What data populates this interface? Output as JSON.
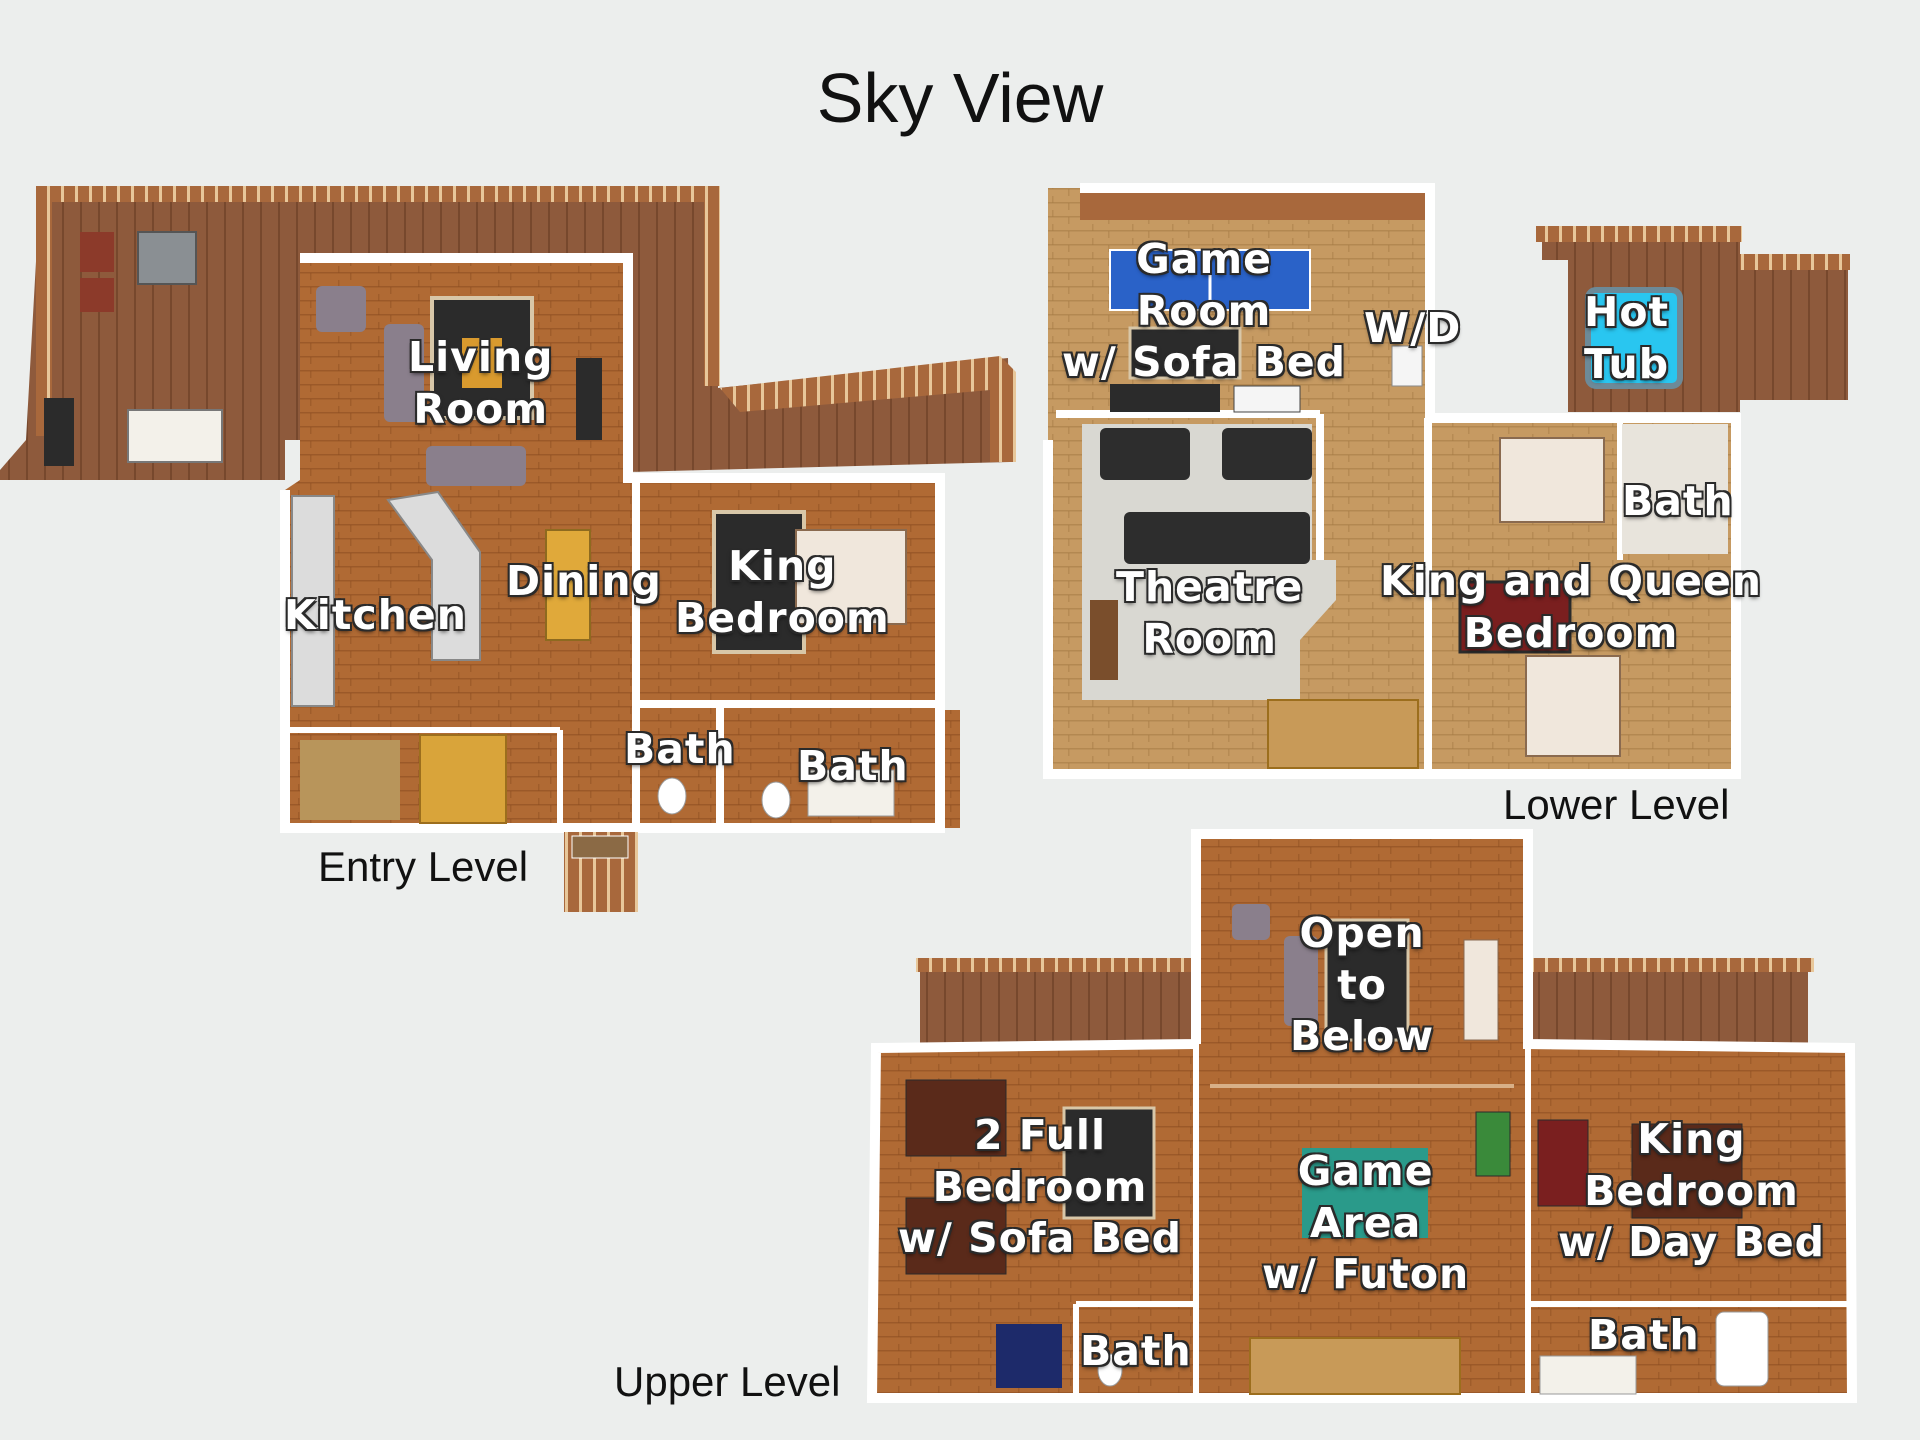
{
  "title": "Sky View",
  "levels": {
    "entry": "Entry Level",
    "lower": "Lower Level",
    "upper": "Upper Level"
  },
  "rooms": {
    "living_room": "Living\nRoom",
    "kitchen": "Kitchen",
    "dining": "Dining",
    "entry_king_bedroom": "King\nBedroom",
    "entry_bath_1": "Bath",
    "entry_bath_2": "Bath",
    "game_room": "Game\nRoom\nw/ Sofa Bed",
    "wd": "W/D",
    "hot_tub": "Hot\nTub",
    "theatre_room": "Theatre\nRoom",
    "lower_bath": "Bath",
    "king_queen_bedroom": "King and Queen\nBedroom",
    "open_to_below": "Open\nto\nBelow",
    "two_full_bedroom": "2 Full\nBedroom\nw/ Sofa Bed",
    "game_area": "Game\nArea\nw/ Futon",
    "upper_king_bedroom": "King\nBedroom\nw/ Day Bed",
    "upper_bath_1": "Bath",
    "upper_bath_2": "Bath"
  },
  "colors": {
    "background": "#eceeed",
    "deck": "#8e5a3c",
    "floor": "#b06a34",
    "light_floor": "#c69a62",
    "wall": "#ffffff",
    "theatre_floor": "#d9d8d2",
    "hot_tub_water": "#29c6f0",
    "ping_pong": "#2a62c8",
    "rug_dark": "#2b2b2b",
    "sofa": "#8a7f8c",
    "counter": "#dcdcdc"
  }
}
